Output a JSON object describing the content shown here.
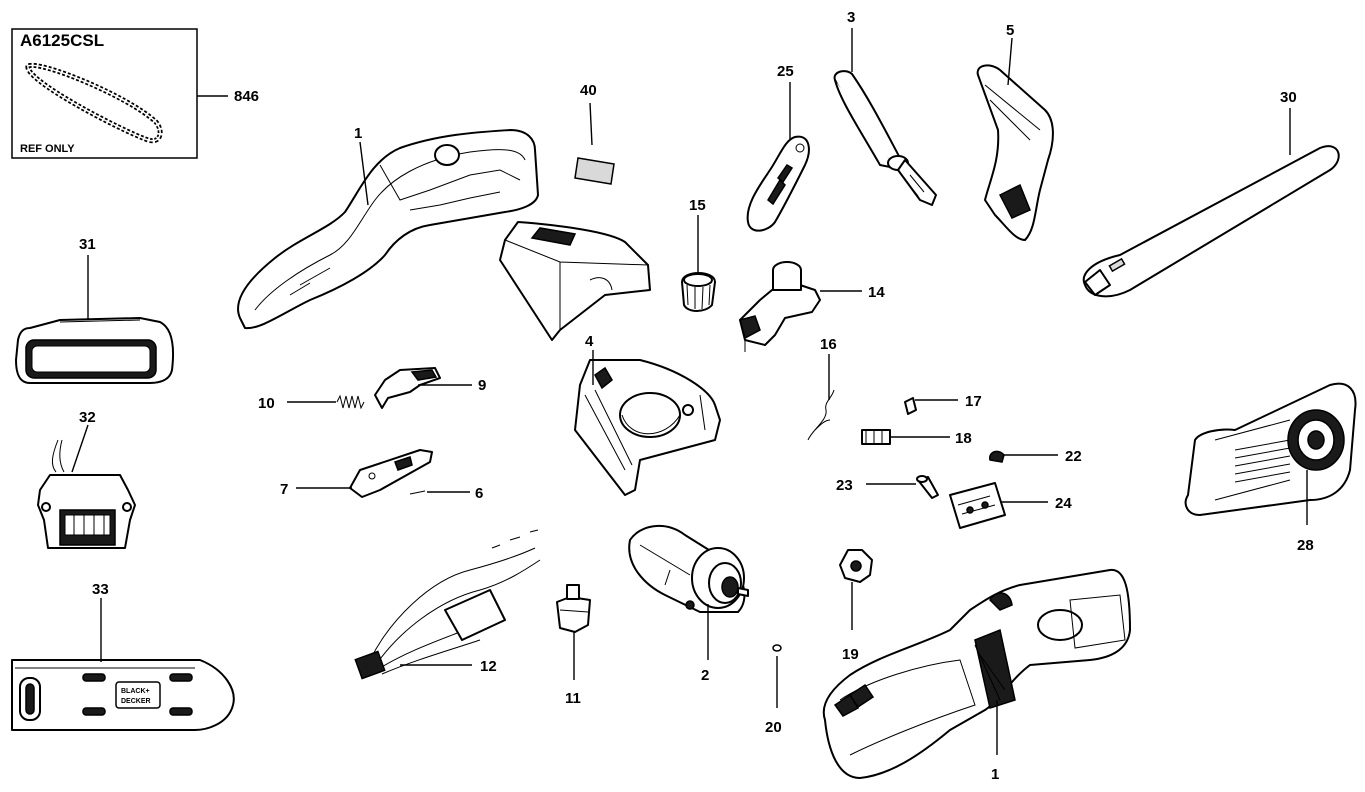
{
  "kit_box": {
    "model": "A6125CSL",
    "note": "REF ONLY",
    "ref": "846"
  },
  "labels": {
    "p1_top": "1",
    "p1_bottom": "1",
    "p2": "2",
    "p3": "3",
    "p4": "4",
    "p5": "5",
    "p6": "6",
    "p7": "7",
    "p9": "9",
    "p10": "10",
    "p11": "11",
    "p12": "12",
    "p14": "14",
    "p15": "15",
    "p16": "16",
    "p17": "17",
    "p18": "18",
    "p19": "19",
    "p20": "20",
    "p22": "22",
    "p23": "23",
    "p24": "24",
    "p25": "25",
    "p28": "28",
    "p30": "30",
    "p31": "31",
    "p32": "32",
    "p33": "33",
    "p40": "40"
  },
  "branding": {
    "line1": "BLACK+",
    "line2": "DECKER"
  }
}
